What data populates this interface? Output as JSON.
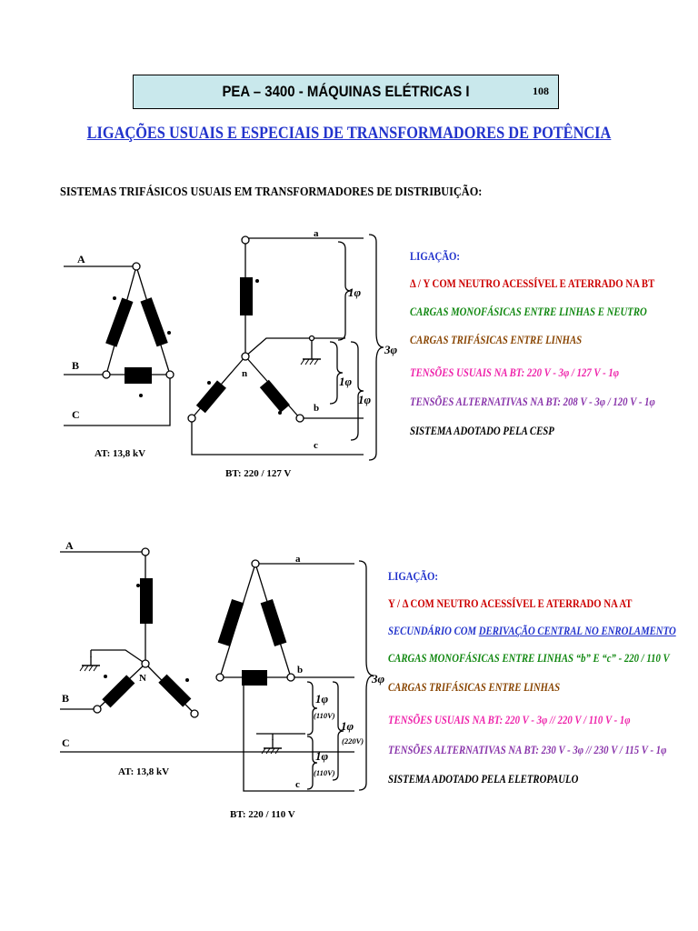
{
  "header": {
    "title": "PEA – 3400  -  MÁQUINAS ELÉTRICAS I",
    "page": "108"
  },
  "subtitle": "LIGAÇÕES USUAIS E ESPECIAIS DE TRANSFORMADORES DE POTÊNCIA",
  "section_title": "SISTEMAS TRIFÁSICOS USUAIS EM TRANSFORMADORES DE DISTRIBUIÇÃO:",
  "colors": {
    "header_bg": "#c9e8ec",
    "title_blue": "#2233cc",
    "red": "#cc0000",
    "green": "#118811",
    "brown": "#884400",
    "magenta": "#ee22aa",
    "purple": "#8833aa"
  },
  "diagram1": {
    "labels": {
      "A": "A",
      "B": "B",
      "C": "C",
      "a": "a",
      "b": "b",
      "c": "c",
      "n": "n",
      "at": "AT:  13,8 kV",
      "bt": "BT:  220 / 127 V",
      "one_phi": "1φ",
      "three_phi": "3φ"
    },
    "info": {
      "l1": "LIGAÇÃO:",
      "l2": "Δ / Y   COM  NEUTRO ACESSÍVEL E ATERRADO NA BT",
      "l3": "CARGAS MONOFÁSICAS ENTRE LINHAS E NEUTRO",
      "l4": "CARGAS TRIFÁSICAS ENTRE LINHAS",
      "l5": "TENSÕES USUAIS NA BT:  220 V - 3φ   /   127 V  -  1φ",
      "l6": "TENSÕES ALTERNATIVAS NA BT:  208 V - 3φ   /   120 V  -  1φ",
      "l7": "SISTEMA ADOTADO PELA CESP"
    }
  },
  "diagram2": {
    "labels": {
      "A": "A",
      "B": "B",
      "C": "C",
      "a": "a",
      "b": "b",
      "c": "c",
      "N": "N",
      "at": "AT:  13,8 kV",
      "bt": "BT:  220 / 110 V",
      "one_phi": "1φ",
      "three_phi": "3φ",
      "v110": "(110V)",
      "v220": "(220V)"
    },
    "info": {
      "l1": "LIGAÇÃO:",
      "l2": "Y / Δ    COM  NEUTRO ACESSÍVEL E ATERRADO NA AT",
      "l3a": "SECUNDÁRIO COM ",
      "l3b": "DERIVAÇÃO CENTRAL NO ENROLAMENTO",
      "l4": "CARGAS MONOFÁSICAS ENTRE LINHAS “b” E “c”  -  220 / 110 V",
      "l5": "CARGAS TRIFÁSICAS ENTRE LINHAS",
      "l6": "TENSÕES USUAIS NA BT:  220 V - 3φ   //   220 V / 110 V - 1φ",
      "l7": "TENSÕES ALTERNATIVAS NA BT:  230 V - 3φ // 230 V / 115 V  -  1φ",
      "l8": "SISTEMA ADOTADO PELA ELETROPAULO"
    }
  }
}
